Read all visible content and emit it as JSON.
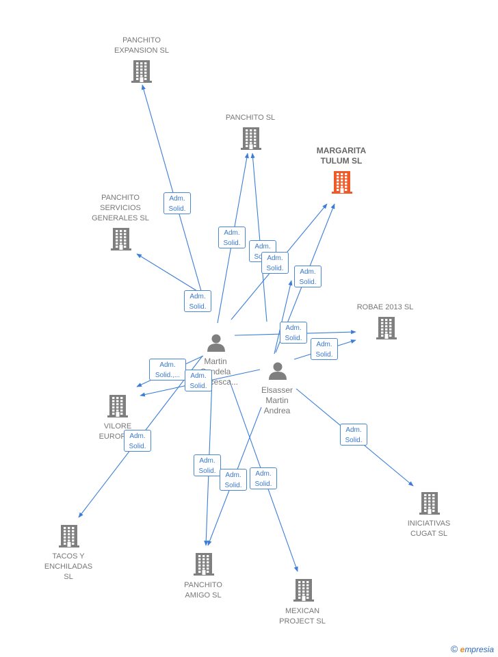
{
  "companies": [
    {
      "id": "panchito-expansion",
      "lines": [
        "PANCHITO",
        "EXPANSION SL"
      ]
    },
    {
      "id": "panchito-sl",
      "lines": [
        "PANCHITO SL"
      ]
    },
    {
      "id": "margarita-tulum",
      "lines": [
        "MARGARITA",
        "TULUM  SL"
      ],
      "highlight": true
    },
    {
      "id": "panchito-servicios",
      "lines": [
        "PANCHITO",
        "SERVICIOS",
        "GENERALES SL"
      ]
    },
    {
      "id": "robae",
      "lines": [
        "ROBAE 2013 SL"
      ]
    },
    {
      "id": "vilore",
      "lines": [
        "VILORE",
        "EUROPA..."
      ]
    },
    {
      "id": "tacos",
      "lines": [
        "TACOS Y",
        "ENCHILADAS",
        "SL"
      ]
    },
    {
      "id": "panchito-amigo",
      "lines": [
        "PANCHITO",
        "AMIGO SL"
      ]
    },
    {
      "id": "mexican",
      "lines": [
        "MEXICAN",
        "PROJECT SL"
      ]
    },
    {
      "id": "iniciativas",
      "lines": [
        "INICIATIVAS",
        "CUGAT SL"
      ]
    }
  ],
  "people": [
    {
      "id": "martin",
      "lines": [
        "Martin",
        "Candela",
        "Francesca..."
      ]
    },
    {
      "id": "elsasser",
      "lines": [
        "Elsasser",
        "Martin",
        "Andrea"
      ]
    }
  ],
  "badges": [
    {
      "id": "b1",
      "lines": [
        "Adm.",
        "Solid."
      ]
    },
    {
      "id": "b2",
      "lines": [
        "Adm.",
        "Solid."
      ]
    },
    {
      "id": "b3",
      "lines": [
        "Adm.",
        "Solid."
      ]
    },
    {
      "id": "b4",
      "lines": [
        "Adm.",
        "Solid."
      ]
    },
    {
      "id": "b5",
      "lines": [
        "Adm.",
        "Solid."
      ]
    },
    {
      "id": "b6",
      "lines": [
        "Adm.",
        "Solid."
      ]
    },
    {
      "id": "b7",
      "lines": [
        "Adm.",
        "Solid."
      ]
    },
    {
      "id": "b8",
      "lines": [
        "Adm.",
        "Solid."
      ]
    },
    {
      "id": "b9",
      "lines": [
        "Adm.",
        "Solid.,..."
      ]
    },
    {
      "id": "b10",
      "lines": [
        "Adm.",
        "Solid."
      ]
    },
    {
      "id": "b11",
      "lines": [
        "Adm.",
        "Solid."
      ]
    },
    {
      "id": "b12",
      "lines": [
        "Adm.",
        "Solid."
      ]
    },
    {
      "id": "b13",
      "lines": [
        "Adm.",
        "Solid."
      ]
    },
    {
      "id": "b14",
      "lines": [
        "Adm.",
        "Solid."
      ]
    },
    {
      "id": "b15",
      "lines": [
        "Adm.",
        "Solid."
      ]
    }
  ],
  "colors": {
    "edge": "#3b7dd8",
    "building": "#7f7f7f",
    "building_highlight": "#f05a28",
    "person": "#7f7f7f"
  },
  "footer": {
    "copyright": "©",
    "brand_e": "e",
    "brand_rest": "mpresia"
  }
}
